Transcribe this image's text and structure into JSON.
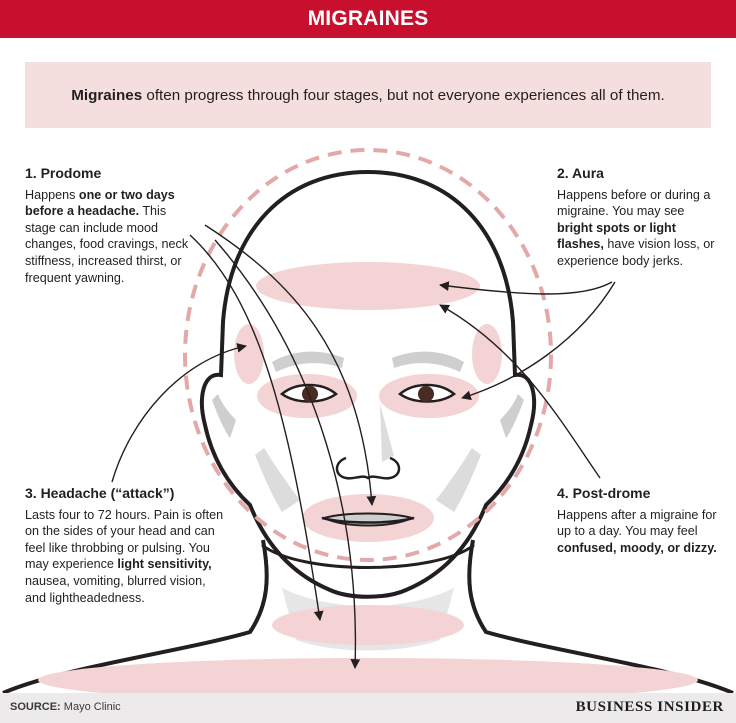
{
  "title": "MIGRAINES",
  "intro": {
    "bold": "Migraines",
    "rest": " often progress through four stages, but not everyone experiences all of them."
  },
  "stages": [
    {
      "heading": "1. Prodome",
      "segments": [
        {
          "text": "Happens ",
          "bold": false
        },
        {
          "text": "one or two days before a headache.",
          "bold": true
        },
        {
          "text": " This stage can include mood changes, food cravings, neck stiffness, increased thirst, or frequent yawning.",
          "bold": false
        }
      ]
    },
    {
      "heading": "2. Aura",
      "segments": [
        {
          "text": "Happens before or during a migraine. You may see ",
          "bold": false
        },
        {
          "text": "bright spots or light flashes,",
          "bold": true
        },
        {
          "text": " have vision loss, or experience body jerks.",
          "bold": false
        }
      ]
    },
    {
      "heading": "3. Headache (“attack”)",
      "segments": [
        {
          "text": "Lasts four to 72 hours. Pain is often on the sides of your head and can feel like throbbing or pulsing. You may experience ",
          "bold": false
        },
        {
          "text": "light sensitivity,",
          "bold": true
        },
        {
          "text": " nausea, vomiting, blurred vision, and lightheadedness.",
          "bold": false
        }
      ]
    },
    {
      "heading": "4. Post-drome",
      "segments": [
        {
          "text": "Happens after a migraine for up to a day. You may feel ",
          "bold": false
        },
        {
          "text": "confused, moody, or dizzy.",
          "bold": true
        }
      ]
    }
  ],
  "footer": {
    "source_label": "SOURCE:",
    "source_text": " Mayo Clinic",
    "brand": "BUSINESS INSIDER"
  },
  "colors": {
    "title_bar": "#c8102e",
    "intro_bg": "#f5dede",
    "highlight": "#f3d3d3",
    "dashed_outline": "#e3a8a8",
    "skin_shade": "#dcdcdc",
    "footer_bg": "#eceaea"
  },
  "icons": {
    "head": "head-illustration"
  }
}
